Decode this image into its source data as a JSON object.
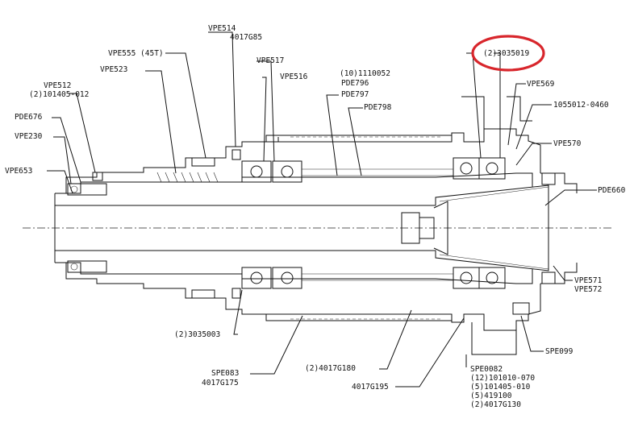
{
  "highlight_color": "#d8262c",
  "callouts": {
    "vpe514": "VPE514",
    "g4017g85": "4017G85",
    "vpe555": "VPE555 (45T)",
    "vpe523": "VPE523",
    "vpe517": "VPE517",
    "vpe516": "VPE516",
    "vpe512": "VPE512",
    "p101405_012": "(2)101405-012",
    "pde676": "PDE676",
    "vpe230": "VPE230",
    "vpe653": "VPE653",
    "p1110052": "(10)1110052",
    "pde796": "PDE796",
    "pde797": "PDE797",
    "pde798": "PDE798",
    "p3035019": "(2)3035019",
    "vpe569": "VPE569",
    "p1055012": "1055012-0460",
    "vpe570": "VPE570",
    "pde660": "PDE660",
    "vpe571": "VPE571",
    "vpe572": "VPE572",
    "p3035003": "(2)3035003",
    "spe083": "SPE083",
    "g4017g175": "4017G175",
    "p4017g180": "(2)4017G180",
    "g4017g195": "4017G195",
    "spe0082": "SPE0082",
    "p101010_070": "(12)101010-070",
    "p101405_010": "(5)101405-010",
    "p419100": "(5)419100",
    "p4017g130": "(2)4017G130",
    "spe099": "SPE099"
  }
}
